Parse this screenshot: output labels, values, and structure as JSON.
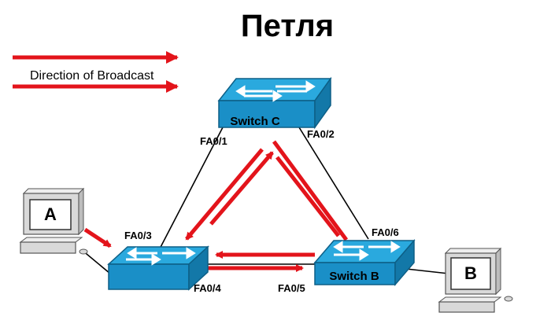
{
  "title": "Петля",
  "legend": {
    "label": "Direction of Broadcast",
    "arrow_color": "#e3141b"
  },
  "switches": {
    "c": {
      "label": "Switch C"
    },
    "a": {
      "label": ""
    },
    "b": {
      "label": "Switch B"
    }
  },
  "ports": {
    "c_left": "FA0/1",
    "c_right": "FA0/2",
    "a_top": "FA0/3",
    "a_bottom": "FA0/4",
    "b_left": "FA0/5",
    "b_top": "FA0/6"
  },
  "hosts": {
    "a": "A",
    "b": "B"
  },
  "colors": {
    "switch_front": "#1a8fc7",
    "switch_top": "#2aa9de",
    "arrow": "#e3141b",
    "link": "#000000",
    "pc_body": "#d9d9d9"
  }
}
